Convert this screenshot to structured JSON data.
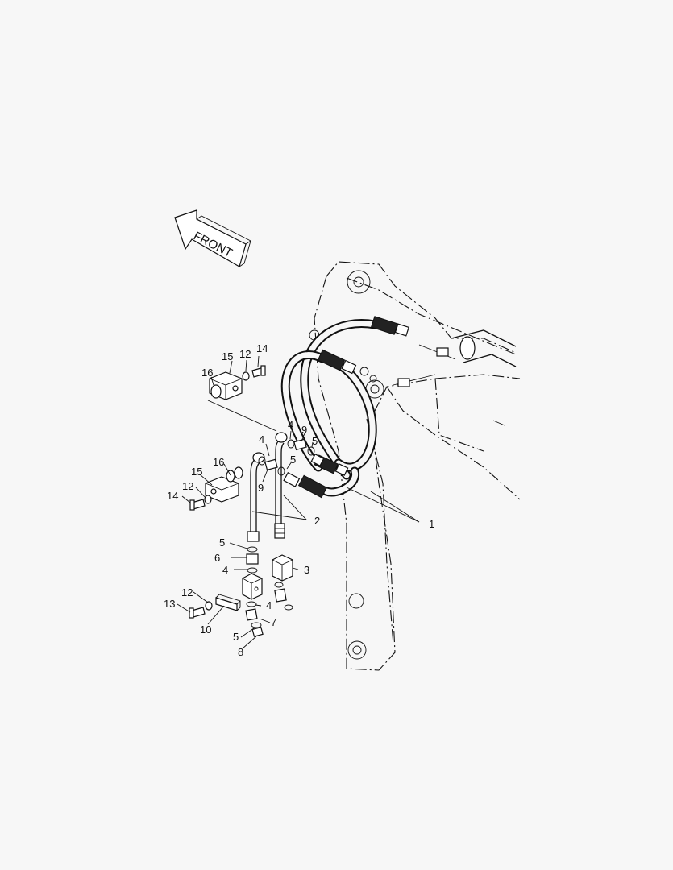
{
  "diagram": {
    "direction_label": "FRONT",
    "callouts": {
      "c1": "1",
      "c2": "2",
      "c3": "3",
      "c4a": "4",
      "c4b": "4",
      "c4c": "4",
      "c4d": "4",
      "c5a": "5",
      "c5b": "5",
      "c5c": "5",
      "c5d": "5",
      "c6": "6",
      "c7": "7",
      "c8": "8",
      "c9a": "9",
      "c9b": "9",
      "c10": "10",
      "c12a": "12",
      "c12b": "12",
      "c12c": "12",
      "c13": "13",
      "c14a": "14",
      "c14b": "14",
      "c15a": "15",
      "c15b": "15",
      "c16a": "16",
      "c16b": "16"
    }
  }
}
